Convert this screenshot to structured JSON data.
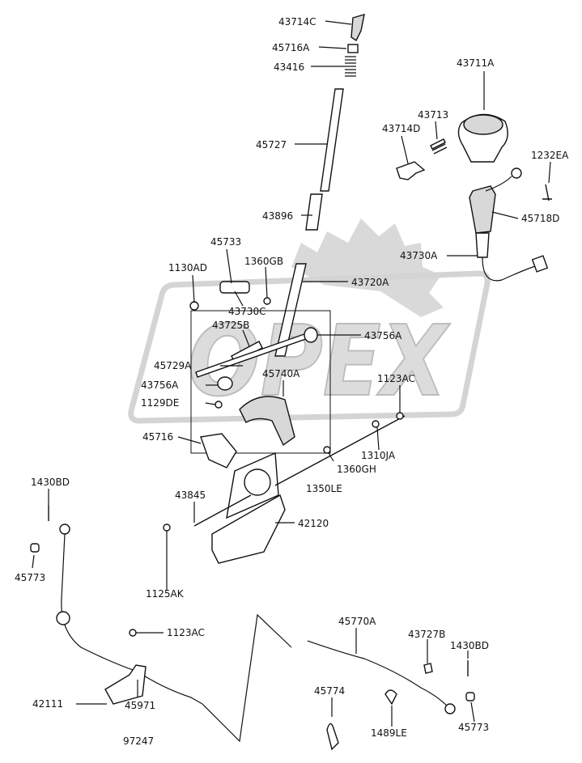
{
  "watermark": {
    "text": "OPEX"
  },
  "labels": {
    "l43714C": "43714C",
    "l45716A": "45716A",
    "l43416": "43416",
    "l45727": "45727",
    "l43896": "43896",
    "l43711A": "43711A",
    "l43713": "43713",
    "l43714D": "43714D",
    "l1232EA": "1232EA",
    "l45718D": "45718D",
    "l43730A": "43730A",
    "l45733": "45733",
    "l1130AD": "1130AD",
    "l1360GB": "1360GB",
    "l43720A": "43720A",
    "l43730C": "43730C",
    "l43725B": "43725B",
    "l43756A_r": "43756A",
    "l45729A": "45729A",
    "l45740A": "45740A",
    "l43756A_l": "43756A",
    "l1123AC_r": "1123AC",
    "l1129DE": "1129DE",
    "l45716": "45716",
    "l1310JA": "1310JA",
    "l1360GH": "1360GH",
    "l1350LE": "1350LE",
    "l1430BD_l": "1430BD",
    "l43845": "43845",
    "l42120": "42120",
    "l45773_l": "45773",
    "l1125AK": "1125AK",
    "l1123AC_b": "1123AC",
    "l45770A": "45770A",
    "l43727B": "43727B",
    "l1430BD_r": "1430BD",
    "l42111": "42111",
    "l45971": "45971",
    "l97247": "97247",
    "l45774": "45774",
    "l1489LE": "1489LE",
    "l45773_r": "45773"
  }
}
